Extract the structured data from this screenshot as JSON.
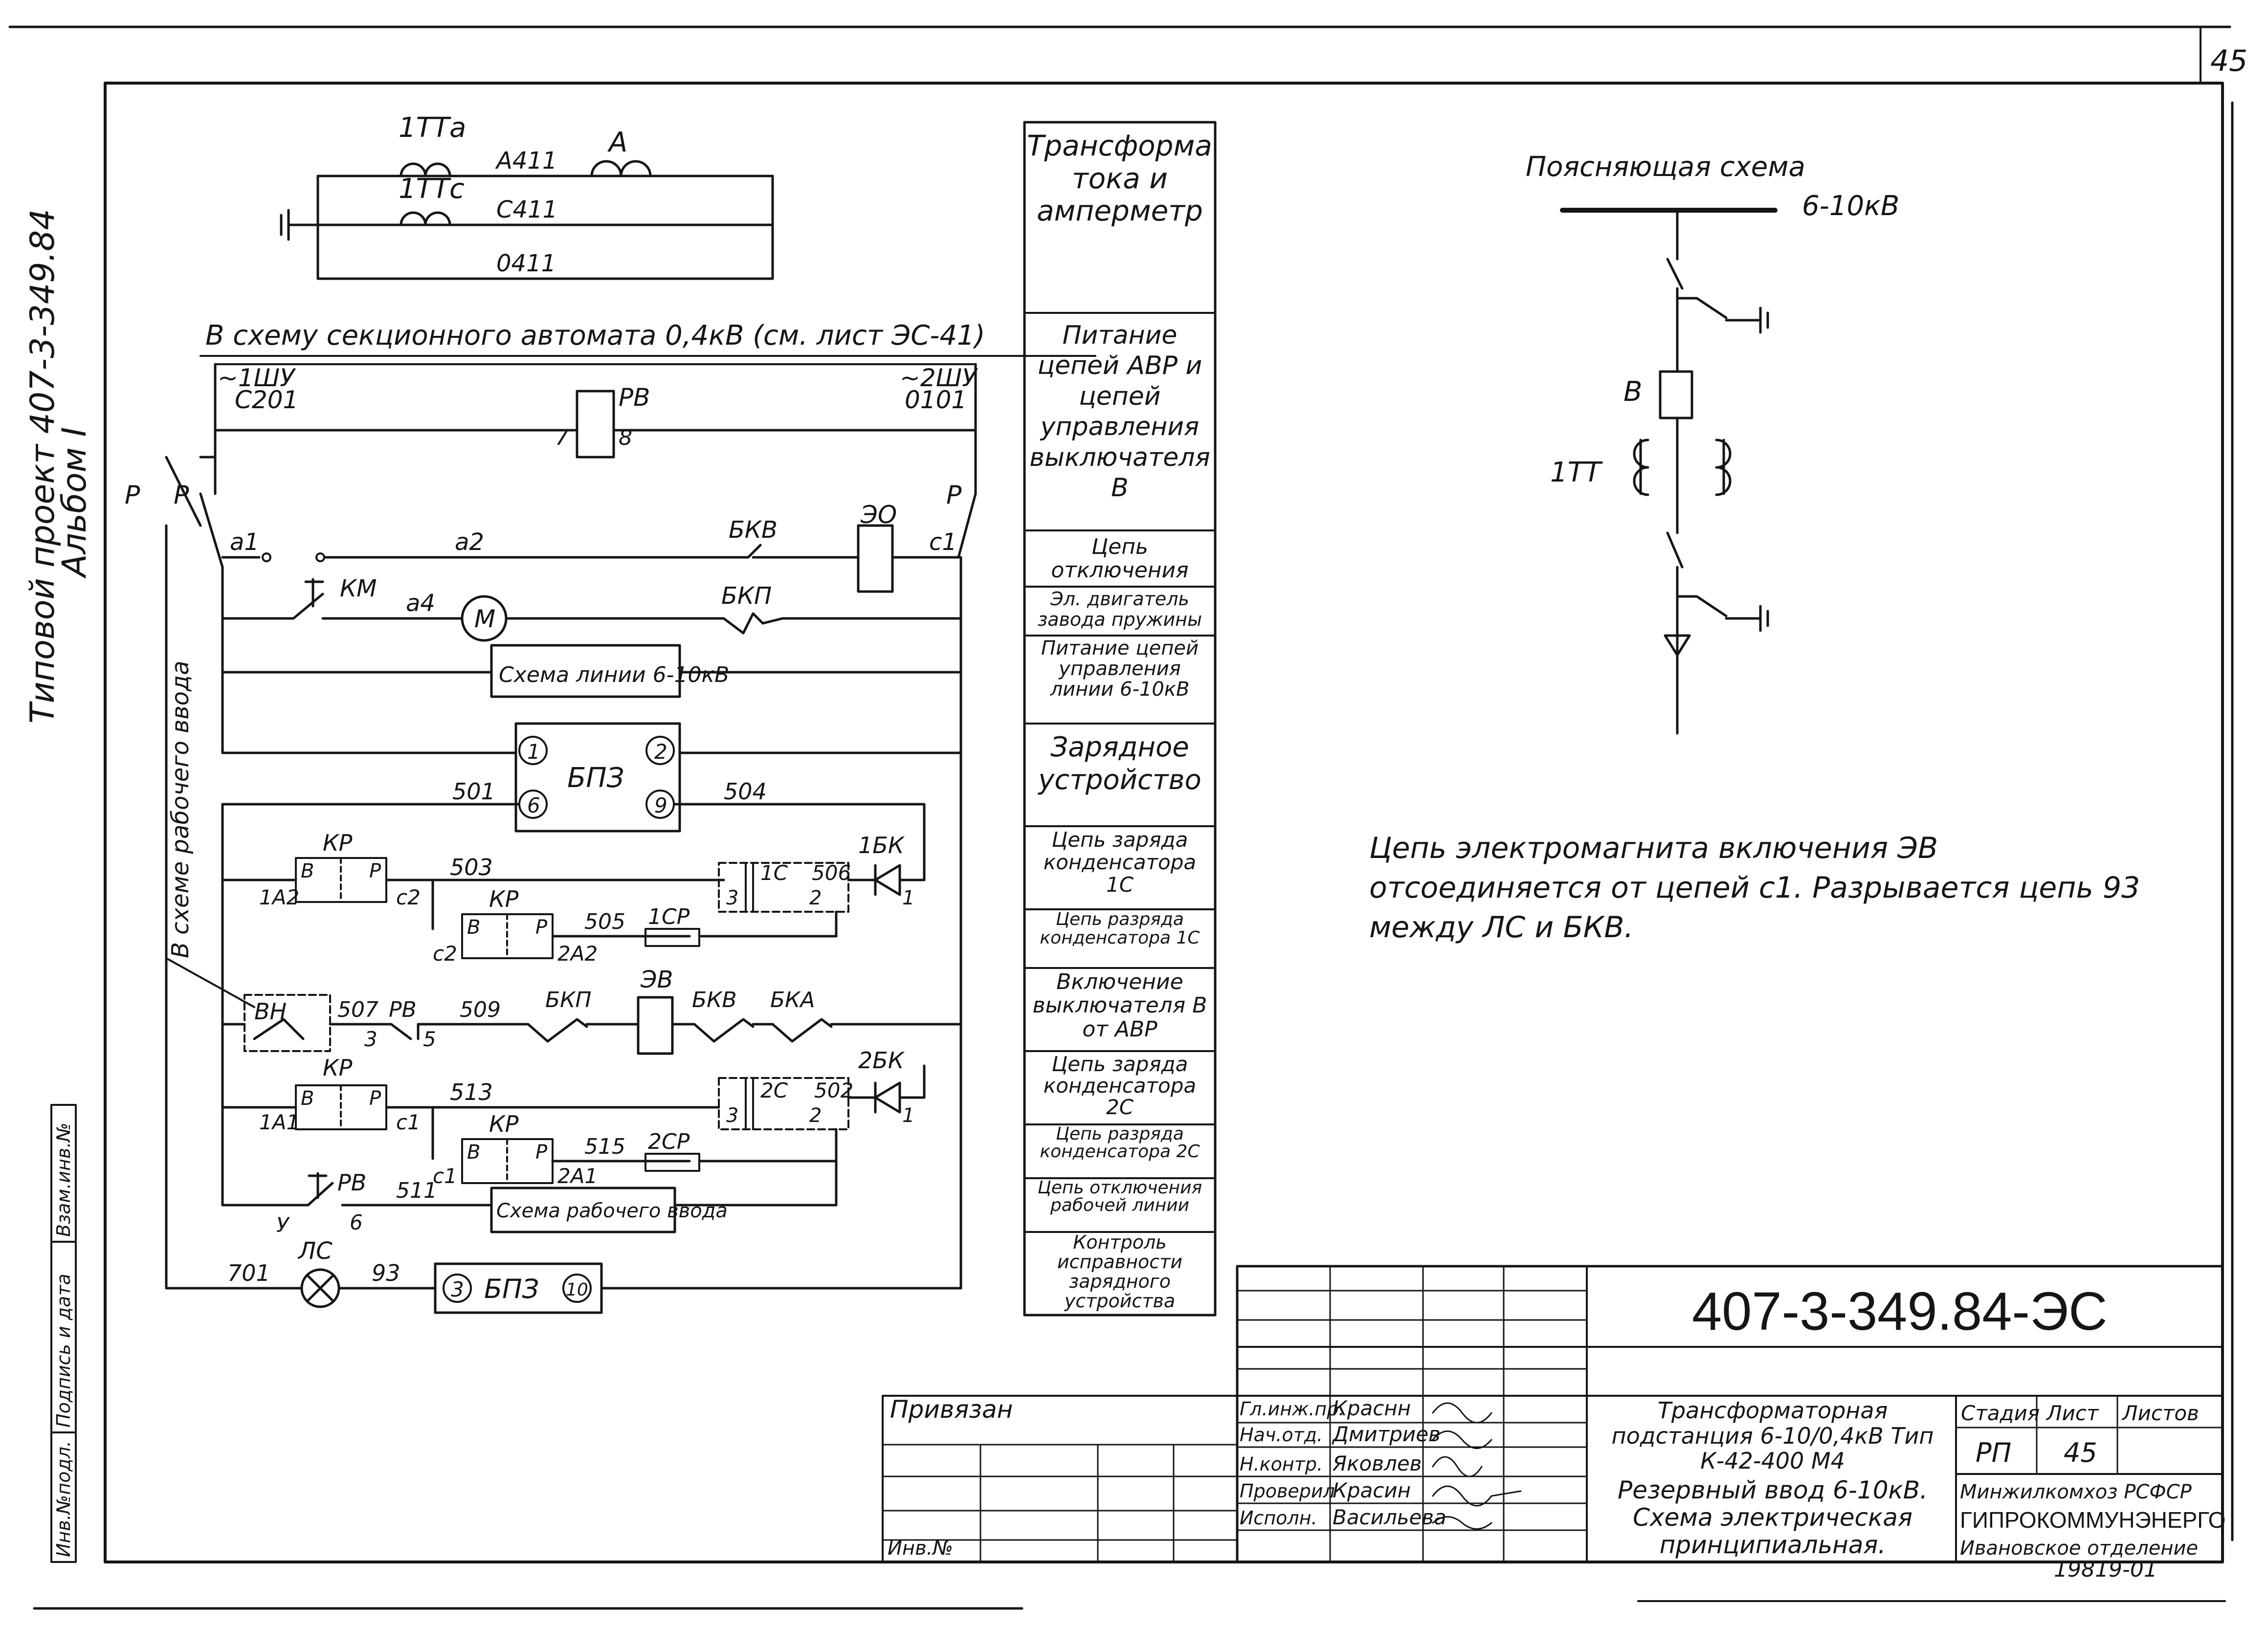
{
  "sheet": {
    "page_number": "45"
  },
  "margin": {
    "project": "Типовой проект 407-3-349.84",
    "album": "Альбом I",
    "stamp_cols": [
      "Инв.№подл.",
      "Подпись и дата",
      "Взам.инв.№"
    ]
  },
  "header_circuit": {
    "ct_a": "1ТТа",
    "ct_c": "1ТТс",
    "ammeter": "А",
    "wire_a": "А411",
    "wire_c": "С411",
    "wire_0": "0411"
  },
  "control": {
    "top_note": "В схему секционного автомата 0,4кВ (см. лист ЭС-41)",
    "bus_left": "~1ШУ",
    "bus_left_wire": "С201",
    "bus_right": "~2ШУ",
    "bus_right_wire": "0101",
    "rv": "РВ",
    "rv_pin_l": "7",
    "rv_pin_r": "8",
    "p": "Р",
    "a1": "а1",
    "a2": "а2",
    "a4": "а4",
    "c1": "с1",
    "c2": "с2",
    "bkv": "БКВ",
    "eo": "ЭО",
    "km": "КМ",
    "motor": "М",
    "bkp": "БКП",
    "line_scheme": "Схема линии 6-10кВ",
    "bpz": "БПЗ",
    "bpz_pins": [
      "1",
      "2",
      "6",
      "9"
    ],
    "w501": "501",
    "w504": "504",
    "w503": "503",
    "w505": "505",
    "w506": "506",
    "w507": "507",
    "w509": "509",
    "w511": "511",
    "w513": "513",
    "w515": "515",
    "w502": "502",
    "kp": "КР",
    "kp_b": "В",
    "kp_p": "Р",
    "n1a2": "1А2",
    "n2a2": "2А2",
    "n1a1": "1А1",
    "n2a1": "2А1",
    "cp1": "1СР",
    "cp2": "2СР",
    "c1cap": "1С",
    "c2cap": "2С",
    "bk1": "1БК",
    "bk2": "2БК",
    "ev": "ЭВ",
    "bka": "БКА",
    "vn": "ВН",
    "rv5": "РВ",
    "n3": "3",
    "n5": "5",
    "n2": "2",
    "n1": "1",
    "n6": "6",
    "ny": "У",
    "work_vert": "В схеме рабочего ввода",
    "work_scheme": "Схема рабочего ввода",
    "w701": "701",
    "lc": "ЛС",
    "w93": "93",
    "bpz3": "3",
    "bpz10": "10"
  },
  "legend": [
    "Трансформаторы тока и амперметр",
    "Питание цепей АВР и цепей управления выключателя В",
    "Цепь отключения",
    "Эл. двигатель завода пружины",
    "Питание цепей управления линии 6-10кВ",
    "Зарядное устройство",
    "Цепь заряда конденсатора 1С",
    "Цепь разряда конденсатора 1С",
    "Включение выключателя В от АВР",
    "Цепь заряда конденсатора 2С",
    "Цепь разряда конденсатора 2С",
    "Цепь отключения рабочей линии",
    "Контроль исправности зарядного устройства"
  ],
  "explanatory": {
    "title": "Поясняющая схема",
    "voltage": "6-10кВ",
    "breaker": "В",
    "ct": "1ТТ"
  },
  "note": "Цепь электромагнита включения ЭВ отсоединяется от цепей с1. Разрывается цепь 93 между ЛС и БКВ.",
  "title_block": {
    "code": "407-3-349.84-ЭС",
    "privyazan": "Привязан",
    "inv_no": "Инв.№",
    "roles": [
      "Гл.инж.пр.",
      "Нач.отд.",
      "Н.контр.",
      "Проверил",
      "Исполн."
    ],
    "names": [
      "Краснн",
      "Дмитриев",
      "Яковлев",
      "Красин",
      "Васильева"
    ],
    "project_title": "Трансформаторная подстанция 6-10/0,4кВ Тип К-42-400 М4",
    "sheet_title": "Резервный ввод 6-10кВ. Схема электрическая принципиальная.",
    "stage_label": "Стадия",
    "sheet_label": "Лист",
    "sheets_label": "Листов",
    "stage": "РП",
    "sheet": "45",
    "org1": "Минжилкомхоз РСФСР",
    "org2": "ГИПРОКОММУНЭНЕРГО",
    "org3": "Ивановское отделение",
    "archive": "19819-01"
  }
}
